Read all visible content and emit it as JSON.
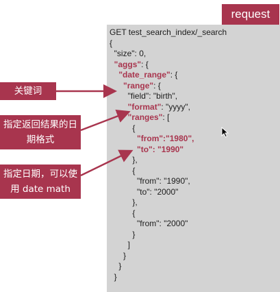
{
  "badge": "request",
  "code": {
    "lines": [
      [
        {
          "t": "GET test_search_index/_search"
        }
      ],
      [
        {
          "t": "{"
        }
      ],
      [
        {
          "t": "  \"size\": 0,"
        }
      ],
      [
        {
          "t": "  "
        },
        {
          "t": "\"aggs\"",
          "k": 1
        },
        {
          "t": ": {"
        }
      ],
      [
        {
          "t": "    "
        },
        {
          "t": "\"date_range\"",
          "k": 1
        },
        {
          "t": ": {"
        }
      ],
      [
        {
          "t": "      "
        },
        {
          "t": "\"range\"",
          "k": 1
        },
        {
          "t": ": {"
        }
      ],
      [
        {
          "t": "        \"field\": \"birth\","
        }
      ],
      [
        {
          "t": "        "
        },
        {
          "t": "\"format\"",
          "k": 1
        },
        {
          "t": ": \"yyyy\","
        }
      ],
      [
        {
          "t": "        "
        },
        {
          "t": "\"ranges\"",
          "k": 1
        },
        {
          "t": ": ["
        }
      ],
      [
        {
          "t": "          {"
        }
      ],
      [
        {
          "t": "            "
        },
        {
          "t": "\"from\":\"1980\",",
          "k": 1
        }
      ],
      [
        {
          "t": "            "
        },
        {
          "t": "\"to\": \"1990\"",
          "k": 1
        }
      ],
      [
        {
          "t": "          },"
        }
      ],
      [
        {
          "t": "          {"
        }
      ],
      [
        {
          "t": "            \"from\": \"1990\","
        }
      ],
      [
        {
          "t": "            \"to\": \"2000\""
        }
      ],
      [
        {
          "t": "          },"
        }
      ],
      [
        {
          "t": "          {"
        }
      ],
      [
        {
          "t": "            \"from\": \"2000\""
        }
      ],
      [
        {
          "t": "          }"
        }
      ],
      [
        {
          "t": "        ]"
        }
      ],
      [
        {
          "t": "      }"
        }
      ],
      [
        {
          "t": "    }"
        }
      ],
      [
        {
          "t": "  }"
        }
      ]
    ]
  },
  "callouts": {
    "keyword": "关键词",
    "format_line1": "指定返回结果的日",
    "format_line2": "期格式",
    "date_math_line1": "指定日期，可以使",
    "date_math_line2": "用 date math"
  },
  "colors": {
    "accent": "#a8354e",
    "panel": "#d3d3d3"
  }
}
